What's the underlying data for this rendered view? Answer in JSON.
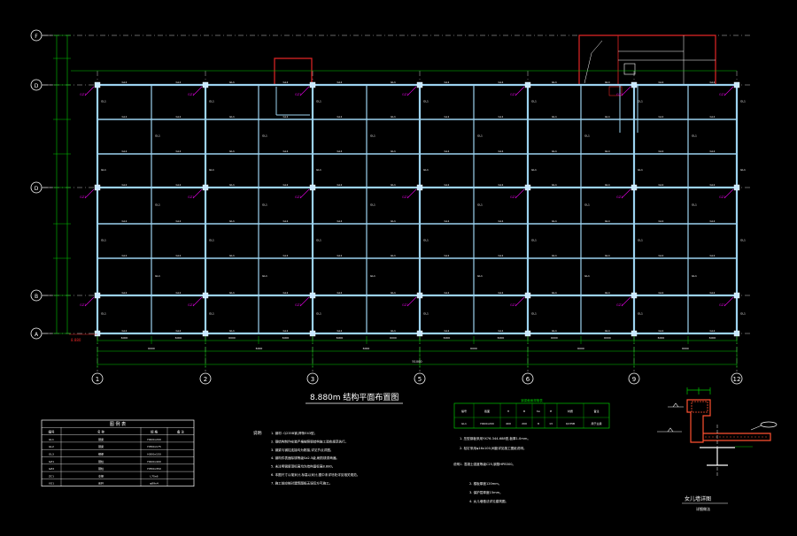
{
  "drawing": {
    "plan_title": "8.880m 结构平面布置图",
    "axes_columns": [
      "1",
      "2",
      "3",
      "5",
      "6",
      "9",
      "12"
    ],
    "axes_rows": [
      "F",
      "D",
      "B",
      "A"
    ],
    "row_axis_left_labels": [
      "F",
      "D",
      "D",
      "B",
      "A"
    ],
    "beam_label": "GL1",
    "column_label": "GZ1",
    "elevation_tag": "8.880",
    "overall_dimension": "51000",
    "bay_dimension": "6000",
    "detail_title": "女儿墙详图",
    "detail_subtitle": "详细做法"
  },
  "legend_table": {
    "title": "图 例 表",
    "headers": [
      "编号",
      "名 称",
      "规 格",
      "备 注"
    ],
    "rows": [
      [
        "GL1",
        "钢梁",
        "H400x200",
        ""
      ],
      [
        "GL2",
        "钢梁",
        "H350x175",
        ""
      ],
      [
        "GL3",
        "钢梁",
        "H300x150",
        ""
      ],
      [
        "GZ1",
        "钢柱",
        "H400x400",
        ""
      ],
      [
        "GZ2",
        "钢柱",
        "H350x350",
        ""
      ],
      [
        "ZC1",
        "支撑",
        "L75x6",
        ""
      ],
      [
        "XG1",
        "系杆",
        "φ89x4",
        ""
      ]
    ]
  },
  "notes_left": {
    "heading": "说明:",
    "items": [
      "1. 钢材: Q235B钢,焊条E43型。",
      "2. 钢结构制作安装严格按照钢结构施工验收规范执行。",
      "3. 钢梁与钢柱连接均为刚接,详见节点详图。",
      "4. 钢构件表面除锈等级Sa2.5级,刷防锈漆两遍。",
      "5. 未注明钢梁顶标高均为结构面标高8.880。",
      "6. 本图尺寸以毫米计,标高以米计,图中未详尽处详见相关规范。",
      "7. 施工前应核对建筑图纸无误后方可施工。"
    ]
  },
  "spec_table": {
    "title": "钢梁截面规格表",
    "headers": [
      "编号",
      "截面",
      "H",
      "B",
      "tw",
      "tf",
      "材质",
      "备注"
    ],
    "rows": [
      [
        "GL1",
        "H400x200",
        "400",
        "200",
        "8",
        "13",
        "Q235B",
        "用于主梁"
      ]
    ]
  },
  "notes_right": {
    "items": [
      "1. 压型钢板采用YX76-344-688型,板厚1.0mm。",
      "2. 栓钉采用φ16x100,间距详见施工图纸说明。",
      "说明1. 混凝土强度等级C25,钢筋HPB300。",
      "2. 楼板厚度120mm。",
      "3. 保护层厚度15mm。",
      "4. 女儿墙做法详见建筑图。"
    ]
  },
  "colors": {
    "background": "#000000",
    "beam": "#9cd3f0",
    "grid": "#ffffff",
    "outline": "#e32525",
    "dimension": "#00c800",
    "callout": "#e000e0",
    "text": "#ffffff",
    "detail_hatch": "#ff5030"
  }
}
